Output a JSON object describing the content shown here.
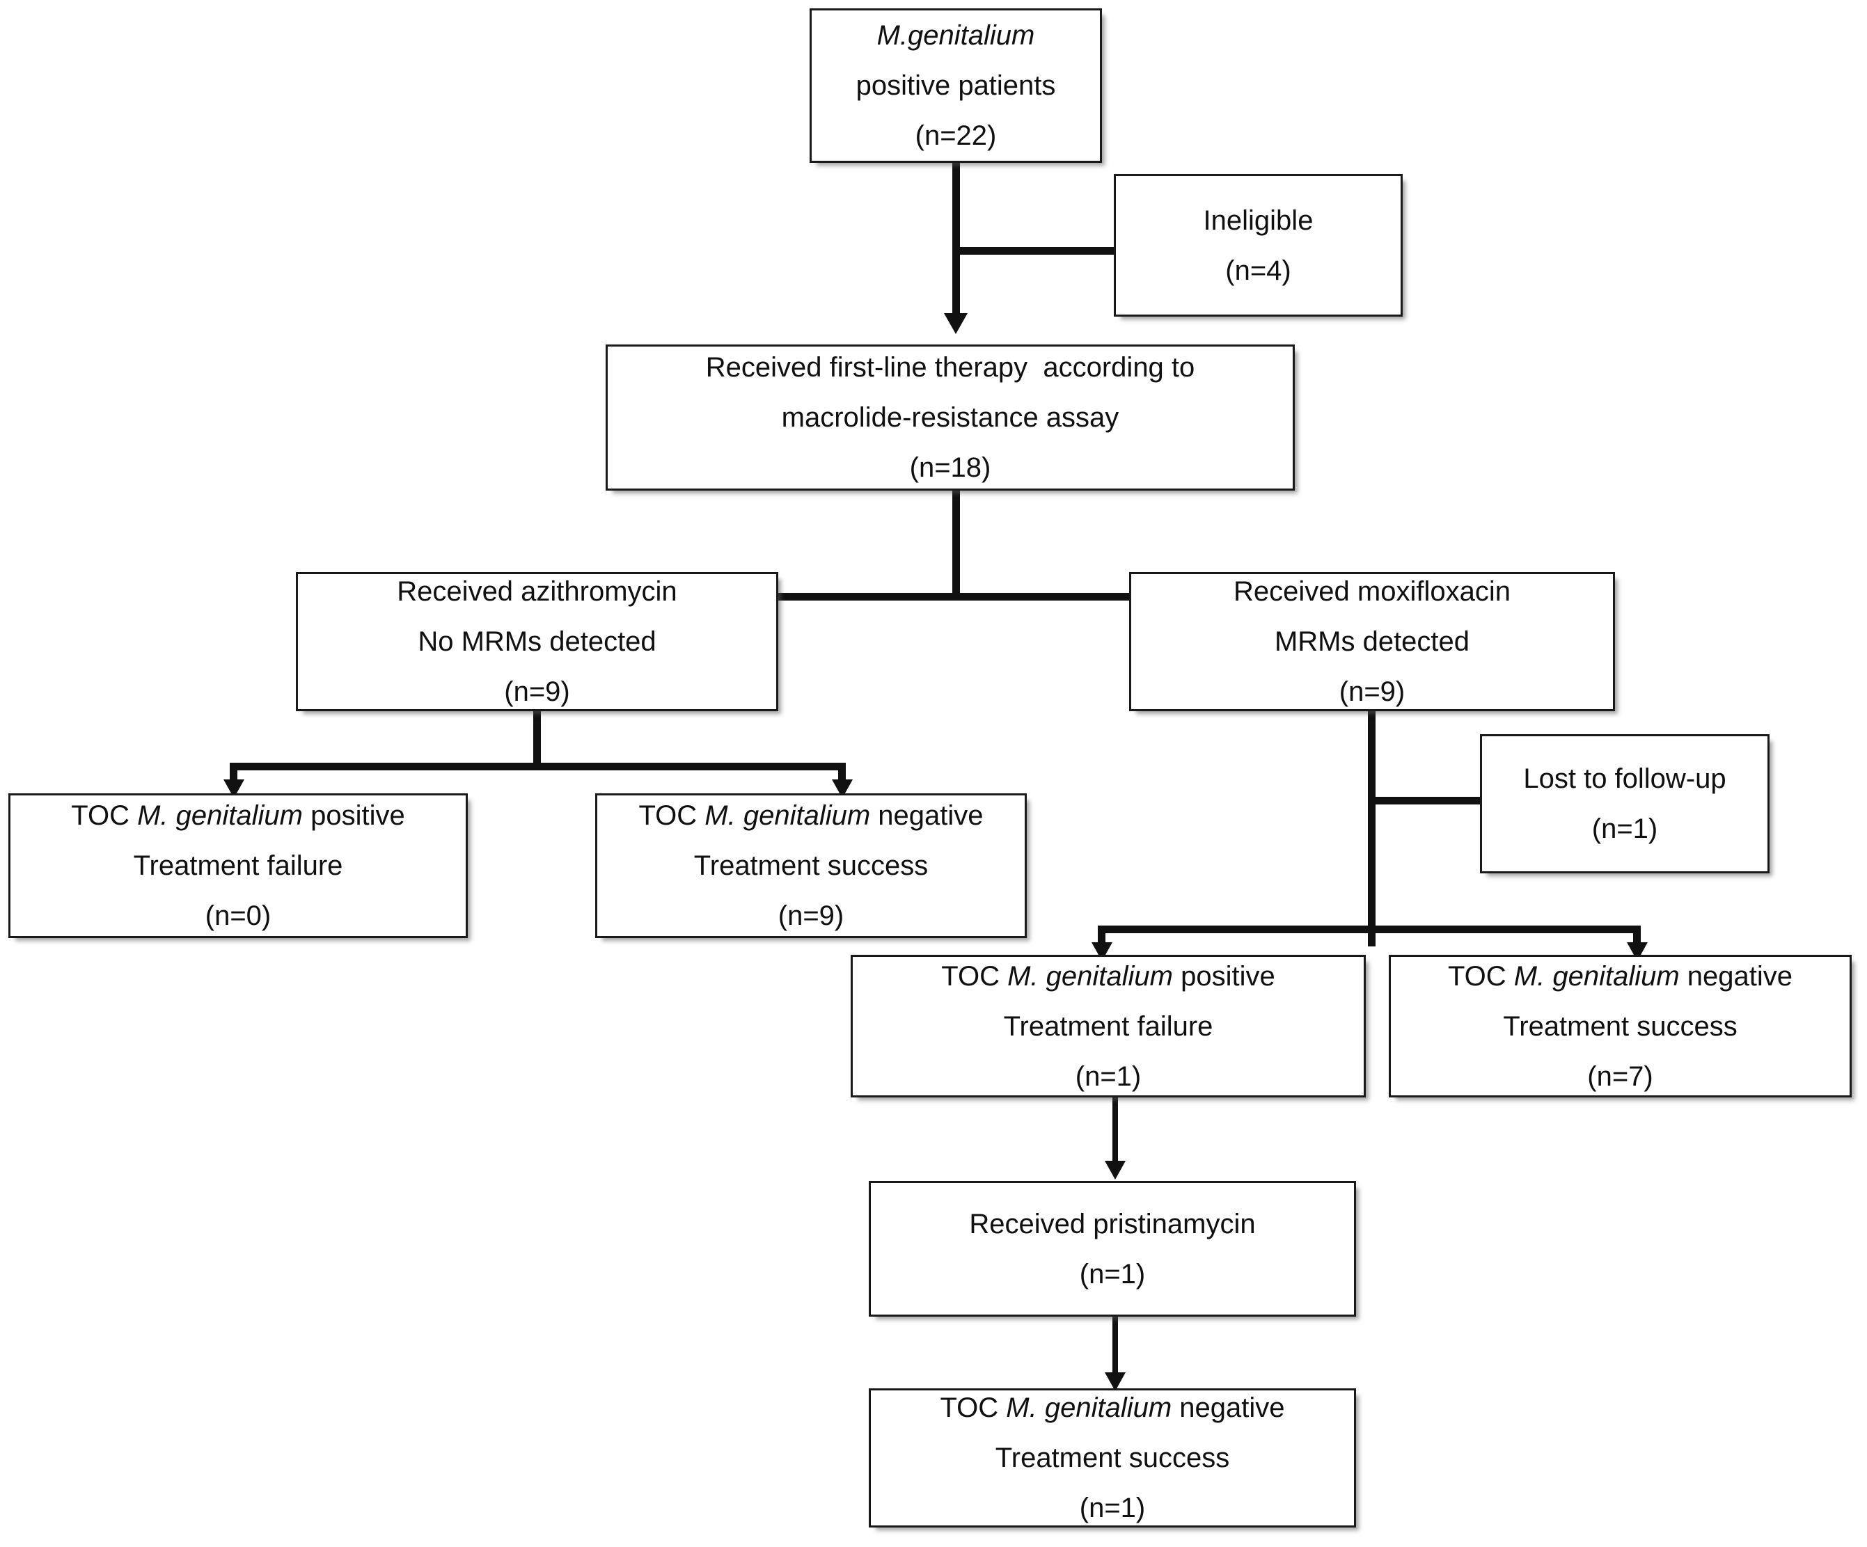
{
  "diagram": {
    "title": "M. genitalium treatment flowchart",
    "colors": {
      "box_border": "#1a1a1a",
      "connector": "#111111",
      "background": "#ffffff",
      "text": "#101010"
    }
  },
  "nodes": {
    "source": {
      "line1_italic": "M.genitalium",
      "line2": "positive patients",
      "line3": "(n=22)"
    },
    "ineligible": {
      "line1": "Ineligible",
      "line2": "(n=4)"
    },
    "first_line": {
      "line1": "Received first-line therapy  according to",
      "line2": "macrolide-resistance assay",
      "line3": "(n=18)"
    },
    "azithromycin": {
      "line1": "Received azithromycin",
      "line2": "No MRMs detected",
      "line3": "(n=9)"
    },
    "moxifloxacin": {
      "line1": "Received moxifloxacin",
      "line2": "MRMs detected",
      "line3": "(n=9)"
    },
    "azi_toc_positive": {
      "line1_prefix": "TOC ",
      "line1_italic": "M. genitalium",
      "line1_suffix": " positive",
      "line2": "Treatment failure",
      "line3": "(n=0)"
    },
    "azi_toc_negative": {
      "line1_prefix": "TOC ",
      "line1_italic": "M. genitalium",
      "line1_suffix": " negative",
      "line2": "Treatment success",
      "line3": "(n=9)"
    },
    "lost_to_followup": {
      "line1": "Lost to follow-up",
      "line2": "(n=1)"
    },
    "moxi_toc_positive": {
      "line1_prefix": "TOC ",
      "line1_italic": "M. genitalium",
      "line1_suffix": " positive",
      "line2": "Treatment failure",
      "line3": "(n=1)"
    },
    "moxi_toc_negative": {
      "line1_prefix": "TOC ",
      "line1_italic": "M. genitalium",
      "line1_suffix": " negative",
      "line2": "Treatment success",
      "line3": "(n=7)"
    },
    "pristinamycin": {
      "line1": "Received pristinamycin",
      "line2": "(n=1)"
    },
    "final_toc_negative": {
      "line1_prefix": "TOC ",
      "line1_italic": "M. genitalium",
      "line1_suffix": " negative",
      "line2": "Treatment success",
      "line3": "(n=1)"
    }
  }
}
